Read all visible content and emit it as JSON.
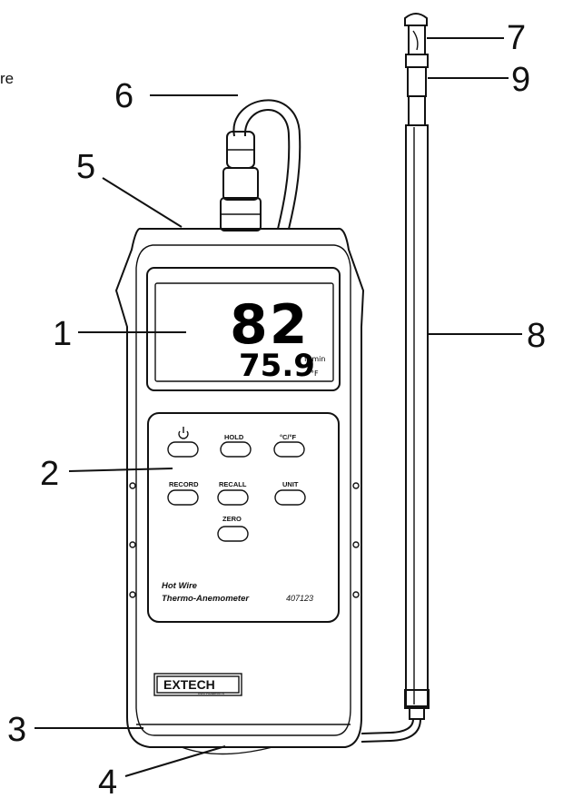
{
  "page_text": {
    "partial_word": "re"
  },
  "callouts": [
    {
      "id": "1",
      "label": "1"
    },
    {
      "id": "2",
      "label": "2"
    },
    {
      "id": "3",
      "label": "3"
    },
    {
      "id": "4",
      "label": "4"
    },
    {
      "id": "5",
      "label": "5"
    },
    {
      "id": "6",
      "label": "6"
    },
    {
      "id": "7",
      "label": "7"
    },
    {
      "id": "8",
      "label": "8"
    },
    {
      "id": "9",
      "label": "9"
    }
  ],
  "display": {
    "main_reading": "82",
    "sub_reading": "75.9",
    "main_unit": "ft min",
    "sub_unit": "°F"
  },
  "buttons": {
    "power_icon": "power-icon",
    "hold": "HOLD",
    "temp_unit": "°C/°F",
    "record": "RECORD",
    "recall": "RECALL",
    "unit": "UNIT",
    "zero": "ZERO"
  },
  "product": {
    "line1": "Hot Wire",
    "line2": "Thermo-Anemometer",
    "model": "407123",
    "brand": "EXTECH",
    "brand_sub": "INSTRUMENTS"
  },
  "colors": {
    "ink": "#111111",
    "paper": "#ffffff",
    "lcd_bg": "#f2f2f2"
  }
}
